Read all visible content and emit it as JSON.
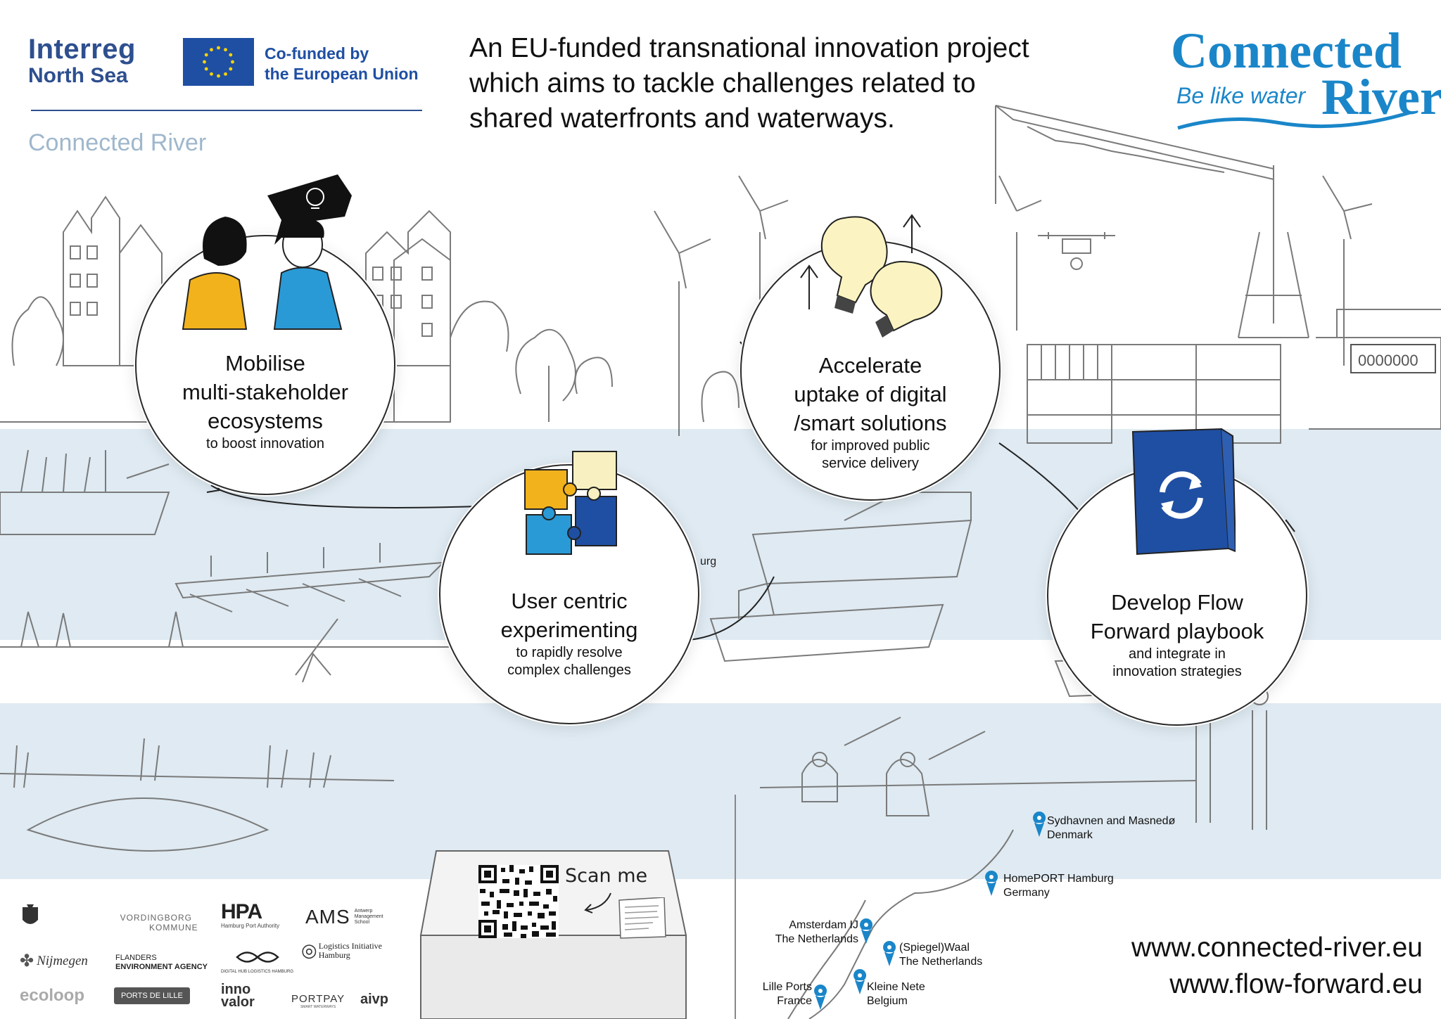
{
  "header": {
    "interreg_line1": "Interreg",
    "interreg_line2": "North Sea",
    "cofunded_line1": "Co-funded by",
    "cofunded_line2": "the European Union",
    "program_name": "Connected River",
    "headline_1": "An EU-funded transnational innovation project",
    "headline_2": "which aims to tackle challenges related to",
    "headline_3": "shared waterfronts and waterways."
  },
  "brand": {
    "word1": "Connected",
    "tagline": "Be like water",
    "word2": "River"
  },
  "steps": [
    {
      "title_1": "Mobilise",
      "title_2": "multi-stakeholder",
      "title_3": "ecosystems",
      "sub_1": "to boost innovation",
      "sub_2": ""
    },
    {
      "title_1": "User centric",
      "title_2": "experimenting",
      "title_3": "",
      "sub_1": "to rapidly resolve",
      "sub_2": "complex challenges"
    },
    {
      "title_1": "Accelerate",
      "title_2": "uptake of digital",
      "title_3": "/smart solutions",
      "sub_1": "for improved public",
      "sub_2": "service delivery"
    },
    {
      "title_1": "Develop Flow",
      "title_2": "Forward playbook",
      "title_3": "",
      "sub_1": "and integrate in",
      "sub_2": "innovation strategies"
    }
  ],
  "scan_me": "Scan me",
  "sign_fragment": "urg",
  "hull_number": "0000000",
  "locations": [
    {
      "line1": "Sydhavnen and Masnedø",
      "line2": "Denmark"
    },
    {
      "line1": "HomePORT Hamburg",
      "line2": "Germany"
    },
    {
      "line1": "Amsterdam IJ",
      "line2": "The Netherlands"
    },
    {
      "line1": "(Spiegel)Waal",
      "line2": "The Netherlands"
    },
    {
      "line1": "Lille Ports",
      "line2": "France"
    },
    {
      "line1": "Kleine Nete",
      "line2": "Belgium"
    }
  ],
  "websites": [
    "www.connected-river.eu",
    "www.flow-forward.eu"
  ],
  "partners": {
    "vording_1": "VORDINGBORG",
    "vording_2": "KOMMUNE",
    "hpa": "HPA",
    "hpa_sub": "Hamburg Port Authority",
    "ams": "AMS",
    "ams_sub_1": "Antwerp",
    "ams_sub_2": "Management",
    "ams_sub_3": "School",
    "nijmegen": "Nijmegen",
    "flanders_1": "FLANDERS",
    "flanders_2": "ENVIRONMENT AGENCY",
    "dmlh": "DIGITAL HUB LOGISTICS HAMBURG",
    "logistics_1": "Logistics Initiative",
    "logistics_2": "Hamburg",
    "ecoloop": "ecoloop",
    "ports_lille": "PORTS DE LILLE",
    "innovalor_1": "inno",
    "innovalor_2": "valor",
    "portpay": "PORTPAY",
    "portpay_sub": "SMART WATERWAYS",
    "aivp": "aivp"
  },
  "colors": {
    "eu_blue": "#1f4fa3",
    "brand_blue": "#1a86c9",
    "interreg_blue": "#2e4f8f",
    "program_grey": "#9fb7cc",
    "river": "#dfeaf2"
  }
}
